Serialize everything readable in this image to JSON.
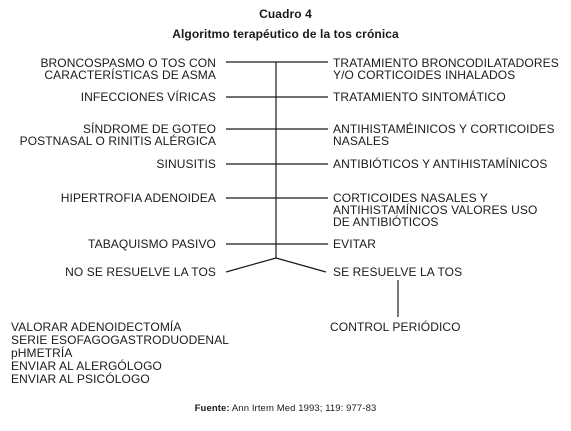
{
  "header": {
    "label": "Cuadro 4",
    "title": "Algoritmo terapéutico de la tos crónica"
  },
  "rows": [
    {
      "cause": "BRONCOSPASMO O TOS CON\nCARACTERÍSTICAS DE ASMA",
      "treatment": "TRATAMIENTO BRONCODILATADORES\nY/O CORTICOIDES INHALADOS"
    },
    {
      "cause": "INFECCIONES VÍRICAS",
      "treatment": "TRATAMIENTO SINTOMÁTICO"
    },
    {
      "cause": "SÍNDROME DE GOTEO\nPOSTNASAL O RINITIS ALÉRGICA",
      "treatment": "ANTIHISTAMÉINICOS Y CORTICOIDES\nNASALES"
    },
    {
      "cause": "SINUSITIS",
      "treatment": "ANTIBIÓTICOS Y ANTIHISTAMÍNICOS"
    },
    {
      "cause": "HIPERTROFIA ADENOIDEA",
      "treatment": "CORTICOIDES NASALES Y\nANTIHISTAMÍNICOS VALORES USO\nDE ANTIBIÓTICOS"
    },
    {
      "cause": "TABAQUISMO PASIVO",
      "treatment": "EVITAR"
    }
  ],
  "outcomes": {
    "not_resolved": "NO SE RESUELVE LA TOS",
    "resolved": "SE RESUELVE LA TOS",
    "not_resolved_actions": "VALORAR ADENOIDECTOMÍA\nSERIE ESOFAGOGASTRODUODENAL\npHMETRÍA\nENVIAR AL ALERGÓLOGO\nENVIAR AL PSICÓLOGO",
    "resolved_action": "CONTROL PERIÓDICO"
  },
  "footer": {
    "source_label": "Fuente:",
    "source_text": " Ann Irtem Med 1993; 119: 977-83"
  }
}
